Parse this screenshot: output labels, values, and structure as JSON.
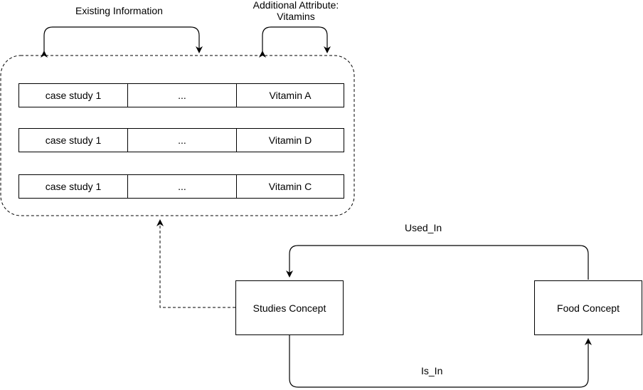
{
  "labels": {
    "existing_information": "Existing Information",
    "additional_attribute_line1": "Additional Attribute:",
    "additional_attribute_line2": "Vitamins",
    "used_in": "Used_In",
    "is_in": "Is_In"
  },
  "table_rows": [
    {
      "col1": "case study 1",
      "col2": "...",
      "col3": "Vitamin A"
    },
    {
      "col1": "case study 1",
      "col2": "...",
      "col3": "Vitamin D"
    },
    {
      "col1": "case study 1",
      "col2": "...",
      "col3": "Vitamin C"
    }
  ],
  "nodes": {
    "studies": "Studies Concept",
    "food": "Food Concept"
  }
}
